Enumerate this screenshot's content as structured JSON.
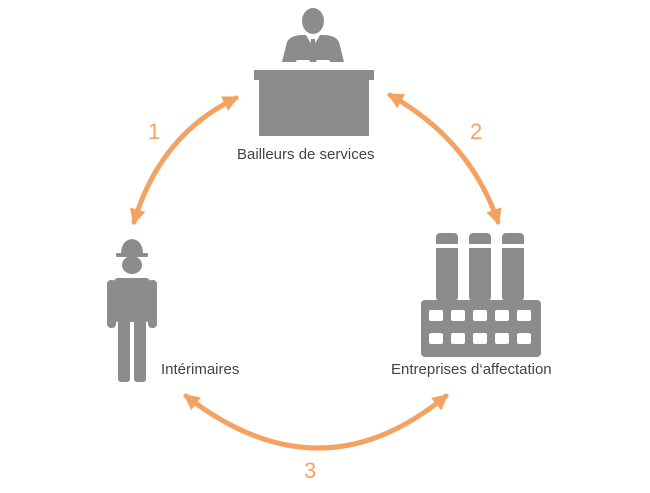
{
  "nodes": {
    "lenders": {
      "label": "Bailleurs de services",
      "icon": "businessman-at-desk-icon"
    },
    "temps": {
      "label": "Intérimaires",
      "icon": "construction-worker-icon"
    },
    "companies": {
      "label": "Entreprises d‘affectation",
      "icon": "factory-icon"
    }
  },
  "arrows": {
    "a1": {
      "number": "1"
    },
    "a2": {
      "number": "2"
    },
    "a3": {
      "number": "3"
    }
  },
  "colors": {
    "accent": "#F4A261",
    "icon": "#8C8C8C",
    "text": "#444444"
  }
}
